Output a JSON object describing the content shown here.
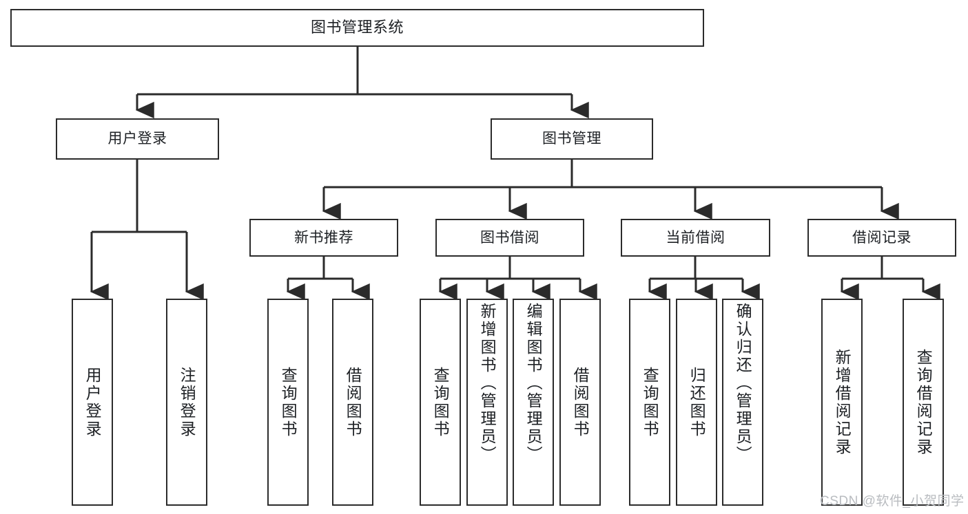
{
  "diagram": {
    "type": "tree-hierarchy",
    "title": "图书管理系统",
    "watermark": "CSDN @软件_小贺同学",
    "colors": {
      "stroke": "#2b2b2b",
      "fill": "#ffffff",
      "text": "#1d2024",
      "watermark": "#b9bcc0"
    },
    "levels": [
      {
        "level": 1,
        "nodes": [
          "图书管理系统"
        ]
      },
      {
        "level": 2,
        "nodes": [
          "用户登录",
          "图书管理"
        ]
      },
      {
        "level": 3,
        "nodes": [
          "新书推荐",
          "图书借阅",
          "当前借阅",
          "借阅记录"
        ]
      },
      {
        "level": 4,
        "nodes": [
          "用户登录",
          "注销登录",
          "查询图书",
          "借阅图书",
          "查询图书",
          "新增图书（管理员）",
          "编辑图书（管理员）",
          "借阅图书",
          "查询图书",
          "归还图书",
          "确认归还（管理员）",
          "新增借阅记录",
          "查询借阅记录"
        ]
      }
    ],
    "nodes": {
      "root": {
        "label": "图书管理系统"
      },
      "user_login": {
        "label": "用户登录"
      },
      "book_manage": {
        "label": "图书管理"
      },
      "new_book_rec": {
        "label": "新书推荐"
      },
      "book_borrow": {
        "label": "图书借阅"
      },
      "current_borrow": {
        "label": "当前借阅"
      },
      "borrow_record": {
        "label": "借阅记录"
      },
      "leaf_user_login": {
        "label": "用户登录"
      },
      "leaf_logout": {
        "label": "注销登录"
      },
      "leaf_query_book_a": {
        "label": "查询图书"
      },
      "leaf_borrow_book_a": {
        "label": "借阅图书"
      },
      "leaf_query_book_b": {
        "label": "查询图书"
      },
      "leaf_add_book": {
        "label": "新增图书（管理员）"
      },
      "leaf_edit_book": {
        "label": "编辑图书（管理员）"
      },
      "leaf_borrow_book_b": {
        "label": "借阅图书"
      },
      "leaf_query_book_c": {
        "label": "查询图书"
      },
      "leaf_return_book": {
        "label": "归还图书"
      },
      "leaf_confirm_return": {
        "label": "确认归还（管理员）"
      },
      "leaf_add_record": {
        "label": "新增借阅记录"
      },
      "leaf_query_record": {
        "label": "查询借阅记录"
      }
    },
    "edges": [
      {
        "from": "图书管理系统",
        "to": "用户登录"
      },
      {
        "from": "图书管理系统",
        "to": "图书管理"
      },
      {
        "from": "用户登录",
        "to": "用户登录"
      },
      {
        "from": "用户登录",
        "to": "注销登录"
      },
      {
        "from": "图书管理",
        "to": "新书推荐"
      },
      {
        "from": "图书管理",
        "to": "图书借阅"
      },
      {
        "from": "图书管理",
        "to": "当前借阅"
      },
      {
        "from": "图书管理",
        "to": "借阅记录"
      },
      {
        "from": "新书推荐",
        "to": "查询图书"
      },
      {
        "from": "新书推荐",
        "to": "借阅图书"
      },
      {
        "from": "图书借阅",
        "to": "查询图书"
      },
      {
        "from": "图书借阅",
        "to": "新增图书（管理员）"
      },
      {
        "from": "图书借阅",
        "to": "编辑图书（管理员）"
      },
      {
        "from": "图书借阅",
        "to": "借阅图书"
      },
      {
        "from": "当前借阅",
        "to": "查询图书"
      },
      {
        "from": "当前借阅",
        "to": "归还图书"
      },
      {
        "from": "当前借阅",
        "to": "确认归还（管理员）"
      },
      {
        "from": "借阅记录",
        "to": "新增借阅记录"
      },
      {
        "from": "借阅记录",
        "to": "查询借阅记录"
      }
    ]
  }
}
